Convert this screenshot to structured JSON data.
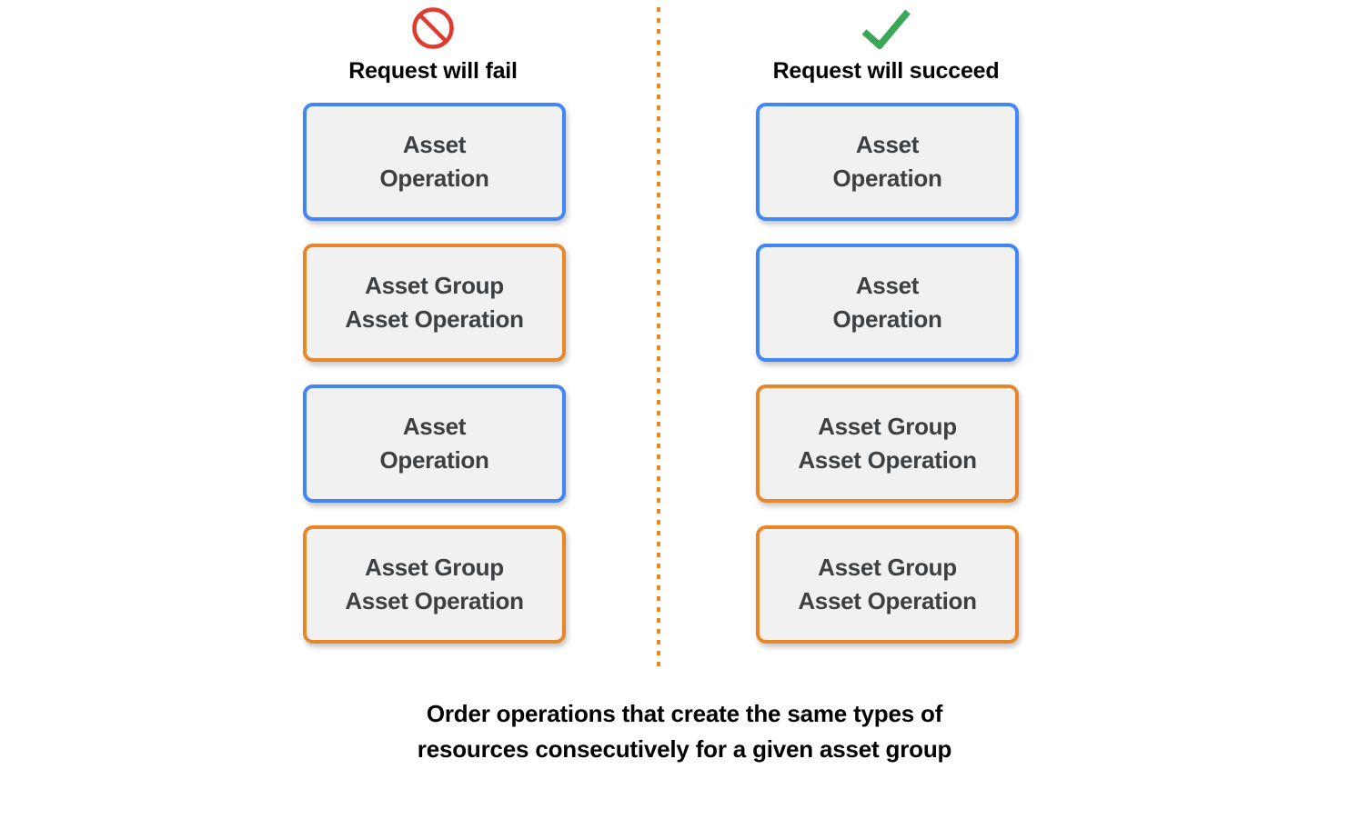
{
  "diagram": {
    "columns": [
      {
        "id": "fail",
        "icon": "prohibition-icon",
        "icon_color": "#E03B2F",
        "title": "Request will fail",
        "cards": [
          {
            "label": "Asset\nOperation",
            "type": "asset-operation",
            "color": "#4285F4"
          },
          {
            "label": "Asset Group\nAsset Operation",
            "type": "asset-group-asset-operation",
            "color": "#E8862A"
          },
          {
            "label": "Asset\nOperation",
            "type": "asset-operation",
            "color": "#4285F4"
          },
          {
            "label": "Asset Group\nAsset Operation",
            "type": "asset-group-asset-operation",
            "color": "#E8862A"
          }
        ]
      },
      {
        "id": "succeed",
        "icon": "checkmark-icon",
        "icon_color": "#3AA757",
        "title": "Request will succeed",
        "cards": [
          {
            "label": "Asset\nOperation",
            "type": "asset-operation",
            "color": "#4285F4"
          },
          {
            "label": "Asset\nOperation",
            "type": "asset-operation",
            "color": "#4285F4"
          },
          {
            "label": "Asset Group\nAsset Operation",
            "type": "asset-group-asset-operation",
            "color": "#E8862A"
          },
          {
            "label": "Asset Group\nAsset Operation",
            "type": "asset-group-asset-operation",
            "color": "#E8862A"
          }
        ]
      }
    ],
    "caption": "Order operations that create the same types of\nresources consecutively for a given asset group",
    "divider_color": "#E8862A",
    "card_fill": "#F1F1F1",
    "card_text_color": "#3C4043"
  }
}
